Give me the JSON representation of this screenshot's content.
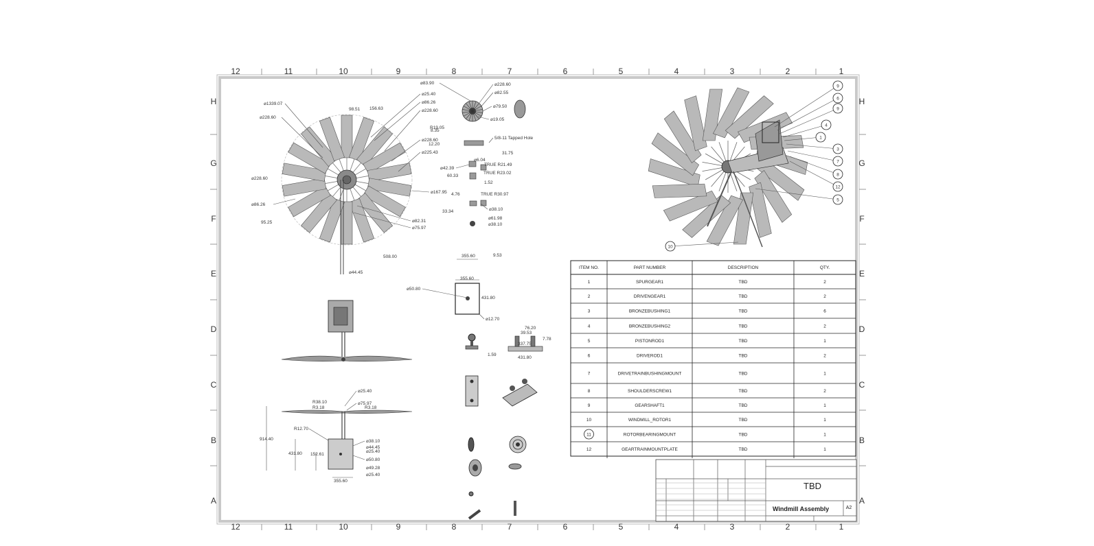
{
  "border": {
    "columns": [
      "12",
      "11",
      "10",
      "9",
      "8",
      "7",
      "6",
      "5",
      "4",
      "3",
      "2",
      "1"
    ],
    "rows": [
      "H",
      "G",
      "F",
      "E",
      "D",
      "C",
      "B",
      "A"
    ]
  },
  "front_view_dims": [
    "⌀1339.07",
    "⌀228.60",
    "⌀228.60",
    "⌀86.26",
    "95.25",
    "98.51",
    "156.63",
    "⌀25.40",
    "⌀86.26",
    "⌀228.60",
    "⌀228.60",
    "⌀225.43",
    "⌀167.95",
    "⌀82.31",
    "⌀75.97",
    "508.00",
    "⌀44.45",
    "⌀83.90"
  ],
  "detail_view_dims": [
    "⌀228.60",
    "⌀82.55",
    "⌀79.50",
    "⌀19.05",
    "R19.05",
    "5/8-11 Tapped Hole",
    "8.35",
    "12.20",
    "31.75",
    "⌀6.04",
    "⌀42.39",
    "60.33",
    "TRUE R21.49",
    "TRUE R23.02",
    "1.52",
    "TRUE R30.97",
    "4.76",
    "⌀38.10",
    "33.34",
    "⌀61.98",
    "⌀38.10"
  ],
  "plate_view_dims": [
    "355.60",
    "9.53",
    "355.60",
    "431.80",
    "⌀50.80",
    "⌀12.70"
  ],
  "bracket_view_dims": [
    "76.20",
    "39.53",
    "337.75",
    "1.59",
    "431.80",
    "7.78"
  ],
  "side_view_dims": [
    "⌀25.40",
    "R38.10",
    "⌀75.97",
    "R3.18",
    "R3.18",
    "⌀38.10",
    "R12.70",
    "⌀44.45",
    "⌀25.40",
    "914.40",
    "152.61",
    "⌀50.80",
    "431.80",
    "⌀49.28",
    "⌀25.40",
    "355.60"
  ],
  "balloons": [
    "9",
    "6",
    "9",
    "4",
    "1",
    "3",
    "7",
    "8",
    "12",
    "5",
    "10"
  ],
  "bom": {
    "headers": [
      "ITEM NO.",
      "PART NUMBER",
      "DESCRIPTION",
      "QTY."
    ],
    "rows": [
      [
        "1",
        "SPURGEAR1",
        "TBD",
        "2"
      ],
      [
        "2",
        "DRIVENGEAR1",
        "TBD",
        "2"
      ],
      [
        "3",
        "BRONZEBUSHING1",
        "TBD",
        "6"
      ],
      [
        "4",
        "BRONZEBUSHING2",
        "TBD",
        "2"
      ],
      [
        "5",
        "PISTONROD1",
        "TBD",
        "1"
      ],
      [
        "6",
        "DRIVEROD1",
        "TBD",
        "2"
      ],
      [
        "7",
        "DRIVETRAINBUSHINGMOUNT",
        "TBD",
        "1"
      ],
      [
        "8",
        "SHOULDERSCREW1",
        "TBD",
        "2"
      ],
      [
        "9",
        "GEARSHAFT1",
        "TBD",
        "1"
      ],
      [
        "10",
        "WINDMILL_ROTOR1",
        "TBD",
        "1"
      ],
      [
        "11",
        "ROTORBEARINGMOUNT",
        "TBD",
        "1"
      ],
      [
        "12",
        "GEARTRAINMOUNTPLATE",
        "TBD",
        "1"
      ]
    ]
  },
  "title_block": {
    "company": "TBD",
    "title": "Windmill Assembly",
    "size": "A2"
  }
}
